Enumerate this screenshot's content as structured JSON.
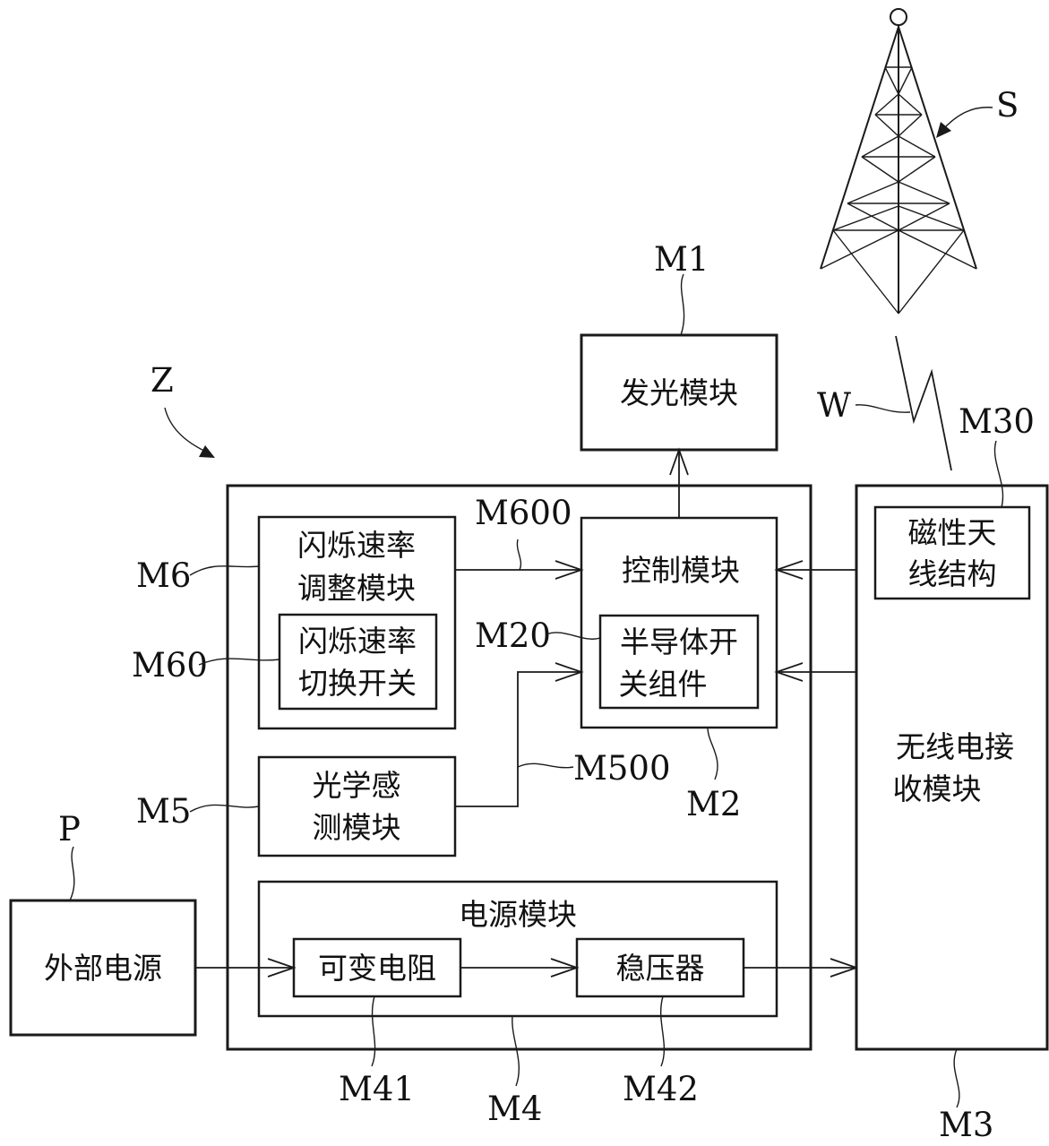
{
  "refs": {
    "Z": "Z",
    "S": "S",
    "W": "W",
    "P": "P",
    "M1": "M1",
    "M2": "M2",
    "M20": "M20",
    "M3": "M3",
    "M30": "M30",
    "M4": "M4",
    "M41": "M41",
    "M42": "M42",
    "M5": "M5",
    "M500": "M500",
    "M6": "M6",
    "M60": "M60",
    "M600": "M600"
  },
  "blocks": {
    "light_module": "发光模块",
    "control_module": "控制模块",
    "semiconductor_switch": [
      "半导体开",
      "关组件"
    ],
    "flash_rate_adjust": [
      "闪烁速率",
      "调整模块"
    ],
    "flash_rate_switch": [
      "闪烁速率",
      "切换开关"
    ],
    "optical_sensing": [
      "光学感",
      "测模块"
    ],
    "power_module": "电源模块",
    "variable_resistor": "可变电阻",
    "regulator": "稳压器",
    "external_power": "外部电源",
    "magnetic_antenna": [
      "磁性天",
      "线结构"
    ],
    "radio_receiver": [
      "无线电接",
      "收模块"
    ]
  }
}
